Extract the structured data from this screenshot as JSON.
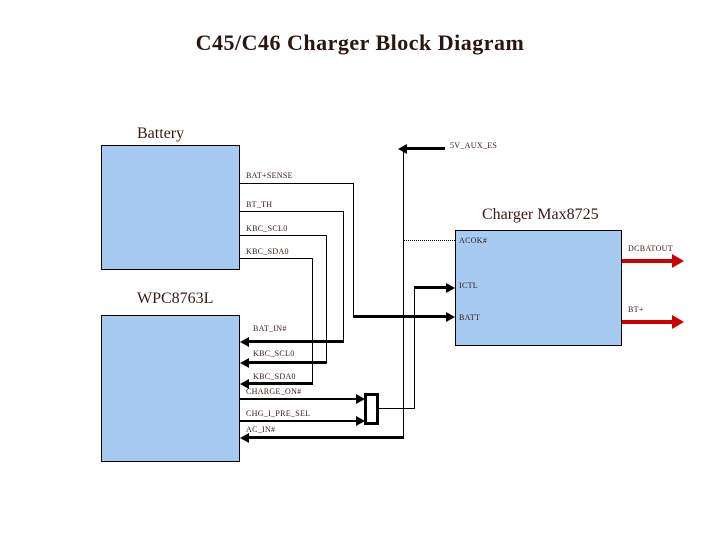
{
  "title": "C45/C46 Charger Block Diagram",
  "colors": {
    "block_fill": "#a6caf0",
    "block_border": "#000000",
    "wire": "#000000",
    "power_arrow_red": "#cc0000",
    "text": "#331a12"
  },
  "blocks": {
    "battery": {
      "label": "Battery"
    },
    "wpc": {
      "label": "WPC8763L"
    },
    "charger": {
      "label": "Charger Max8725"
    }
  },
  "signals": {
    "aux": "5V_AUX_ES",
    "bat_sense": "BAT+SENSE",
    "bt_th": "BT_TH",
    "kbc_scl0_top": "KBC_SCL0",
    "kbc_sda0_top": "KBC_SDA0",
    "acok": "ACOK#",
    "ictl": "ICTL",
    "batt": "BATT",
    "dcbatout": "DCBATOUT",
    "bt_plus": "BT+",
    "bat_in": "BAT_IN#",
    "kbc_scl0_bottom": "KBC_SCL0",
    "kbc_sda0_bottom": "KBC_SDA0",
    "charge_on": "CHARGE_ON#",
    "chg_i_pre_sel": "CHG_I_PRE_SEL",
    "ac_in": "AC_IN#"
  }
}
